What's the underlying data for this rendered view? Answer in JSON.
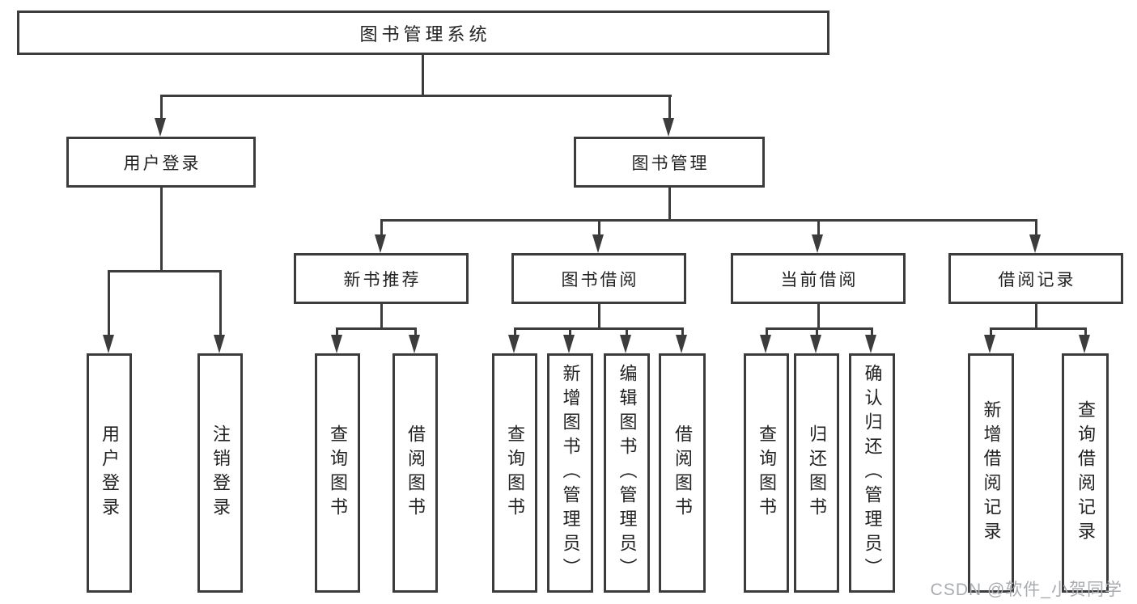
{
  "diagram": {
    "type": "hierarchy",
    "root": {
      "label": "图书管理系统"
    },
    "level2": [
      {
        "label": "用户登录"
      },
      {
        "label": "图书管理"
      }
    ],
    "level3": [
      {
        "label": "新书推荐",
        "parent": "图书管理"
      },
      {
        "label": "图书借阅",
        "parent": "图书管理"
      },
      {
        "label": "当前借阅",
        "parent": "图书管理"
      },
      {
        "label": "借阅记录",
        "parent": "图书管理"
      }
    ],
    "leaves": [
      {
        "label": "用户登录",
        "parent": "用户登录"
      },
      {
        "label": "注销登录",
        "parent": "用户登录"
      },
      {
        "label": "查询图书",
        "parent": "新书推荐"
      },
      {
        "label": "借阅图书",
        "parent": "新书推荐"
      },
      {
        "label": "查询图书",
        "parent": "图书借阅"
      },
      {
        "label": "新增图书（管理员）",
        "parent": "图书借阅"
      },
      {
        "label": "编辑图书（管理员）",
        "parent": "图书借阅"
      },
      {
        "label": "借阅图书",
        "parent": "图书借阅"
      },
      {
        "label": "查询图书",
        "parent": "当前借阅"
      },
      {
        "label": "归还图书",
        "parent": "当前借阅"
      },
      {
        "label": "确认归还（管理员）",
        "parent": "当前借阅"
      },
      {
        "label": "新增借阅记录",
        "parent": "借阅记录"
      },
      {
        "label": "查询借阅记录",
        "parent": "借阅记录"
      }
    ]
  },
  "watermark": {
    "text": "CSDN @软件_小贺同学"
  },
  "colors": {
    "line": "#3c3c3c",
    "text": "#222222",
    "watermark": "#a9acb1",
    "background": "#ffffff"
  }
}
